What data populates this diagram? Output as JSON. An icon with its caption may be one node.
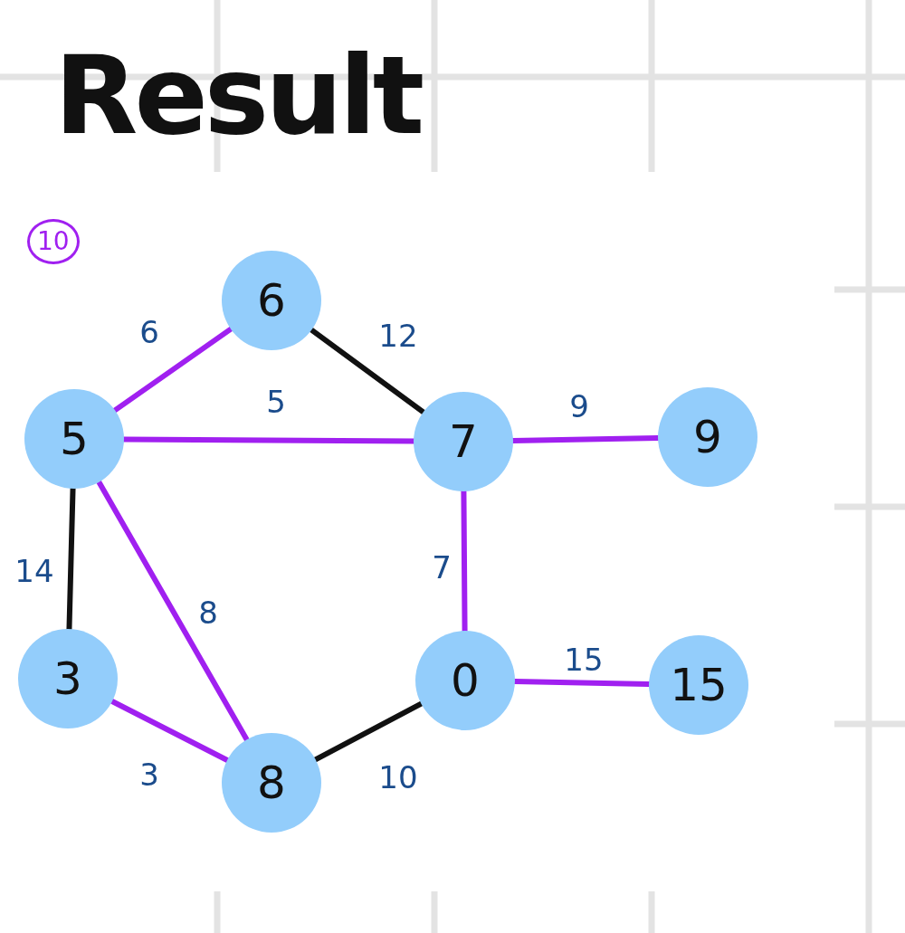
{
  "diagram": {
    "title": "Result",
    "nodes": [
      {
        "text": [
          "6"
        ]
      },
      {
        "text": [
          "5"
        ]
      },
      {
        "text": [
          "7"
        ]
      },
      {
        "text": [
          "9"
        ]
      },
      {
        "text": [
          "3"
        ]
      },
      {
        "text": [
          "0"
        ]
      },
      {
        "text": [
          "15"
        ]
      },
      {
        "text": [
          "8"
        ]
      }
    ],
    "edges": [
      {
        "from": 1,
        "to": 0,
        "arrow": "none",
        "label": "6"
      },
      {
        "from": 0,
        "to": 2,
        "arrow": "none",
        "label": "12",
        "color": "#111111"
      },
      {
        "from": 1,
        "to": 2,
        "arrow": "none",
        "label": "5"
      },
      {
        "from": 2,
        "to": 3,
        "arrow": "none",
        "label": "9"
      },
      {
        "from": 1,
        "to": 4,
        "arrow": "none",
        "label": "14",
        "color": "#111111"
      },
      {
        "from": 1,
        "to": 7,
        "arrow": "none",
        "label": "8"
      },
      {
        "from": 2,
        "to": 5,
        "arrow": "none",
        "label": "7"
      },
      {
        "from": 5,
        "to": 6,
        "arrow": "none",
        "label": "15"
      },
      {
        "from": 4,
        "to": 7,
        "arrow": "none",
        "label": "3"
      },
      {
        "from": 7,
        "to": 5,
        "arrow": "none",
        "label": "10",
        "color": "#111111"
      }
    ],
    "labels": [
      "10"
    ]
  }
}
